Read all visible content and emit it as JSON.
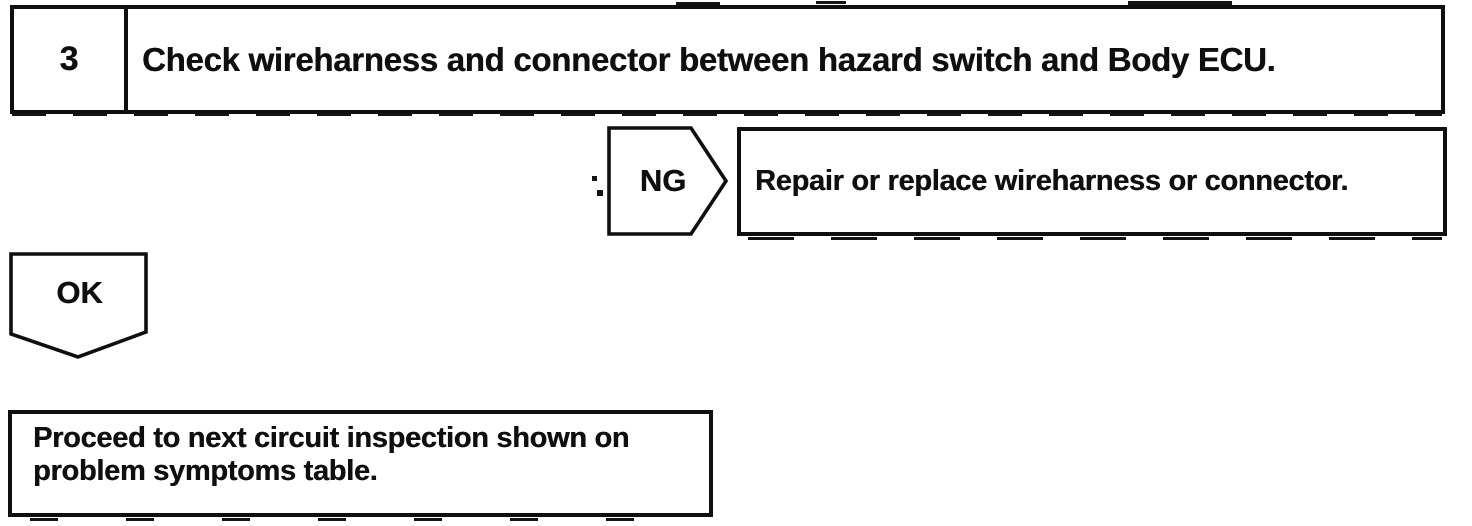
{
  "page": {
    "background": "#ffffff",
    "ink_color": "#0f0f0f"
  },
  "flowchart": {
    "step": {
      "number": "3",
      "instruction": "Check wireharness and connector between hazard switch and Body ECU."
    },
    "ng_branch": {
      "connector_label": "NG",
      "action": "Repair or replace wireharness or connector."
    },
    "ok_branch": {
      "connector_label": "OK",
      "action_lines": [
        "Proceed to next circuit inspection shown on",
        "problem symptoms table."
      ]
    }
  }
}
